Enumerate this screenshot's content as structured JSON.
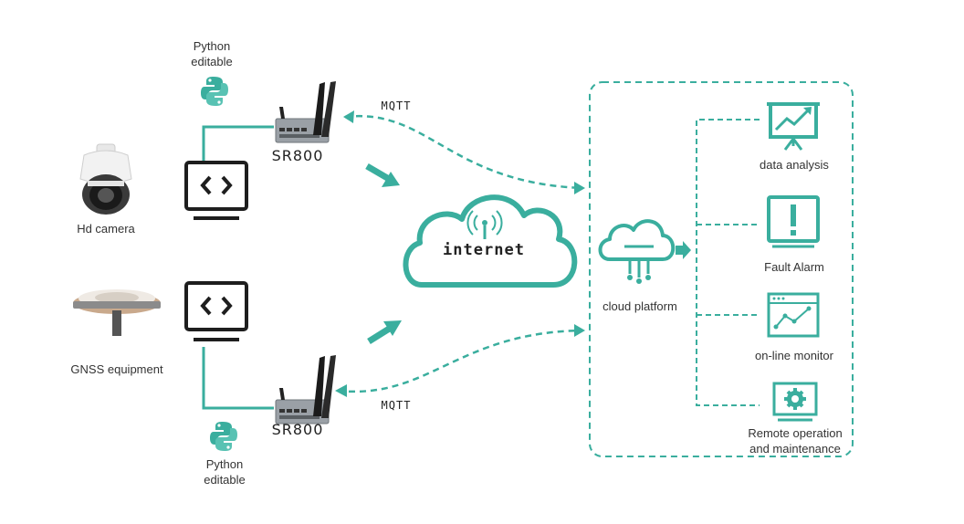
{
  "labels": {
    "python_top": [
      "Python",
      "editable"
    ],
    "python_bottom": [
      "Python",
      "editable"
    ],
    "router_top": "SR800",
    "router_bottom": "SR800",
    "mqtt_top": "MQTT",
    "mqtt_bottom": "MQTT",
    "camera": "Hd camera",
    "gnss": "GNSS equipment",
    "internet": "internet",
    "cloud_platform": "cloud platform",
    "data_analysis": "data analysis",
    "fault_alarm": "Fault Alarm",
    "online_monitor": "on-line monitor",
    "remote_op": [
      "Remote operation",
      "and maintenance"
    ]
  },
  "colors": {
    "accent": "#3aae9e",
    "dark": "#1e1e1e",
    "device": "#9aa0a6"
  },
  "icons": [
    "python-icon",
    "code-monitor-icon",
    "router-icon",
    "cloud-icon",
    "chart-board-icon",
    "alarm-icon",
    "monitor-chart-icon",
    "gear-icon",
    "arrow-icon"
  ]
}
